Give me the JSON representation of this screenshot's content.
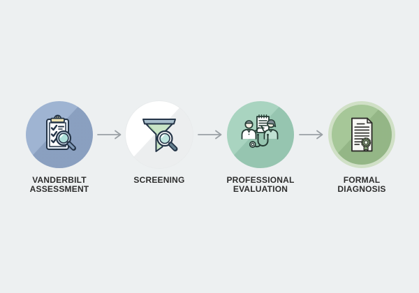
{
  "background_color": "#edf0f1",
  "label_color": "#2d2d2d",
  "arrow_color": "#9aa0a5",
  "steps": [
    {
      "id": "vanderbilt-assessment",
      "label_lines": [
        "VANDERBILT",
        "ASSESSMENT"
      ],
      "icon": "clipboard-checklist-magnifier-icon",
      "circle_color": "#9fb4d2",
      "shadow_color": "#8299c0"
    },
    {
      "id": "screening",
      "label_lines": [
        "SCREENING"
      ],
      "icon": "funnel-magnifier-icon",
      "circle_color": "#ffffff",
      "shadow_color": "#e6e8ea"
    },
    {
      "id": "professional-evaluation",
      "label_lines": [
        "PROFESSIONAL",
        "EVALUATION"
      ],
      "icon": "doctor-patient-stethoscope-icon",
      "circle_color": "#a9d4c0",
      "shadow_color": "#93c3ae"
    },
    {
      "id": "formal-diagnosis",
      "label_lines": [
        "FORMAL",
        "DIAGNOSIS"
      ],
      "icon": "certificate-seal-icon",
      "circle_color": "#a6c798",
      "ring_color": "#d0e0c6",
      "shadow_color": "#90b37e"
    }
  ]
}
